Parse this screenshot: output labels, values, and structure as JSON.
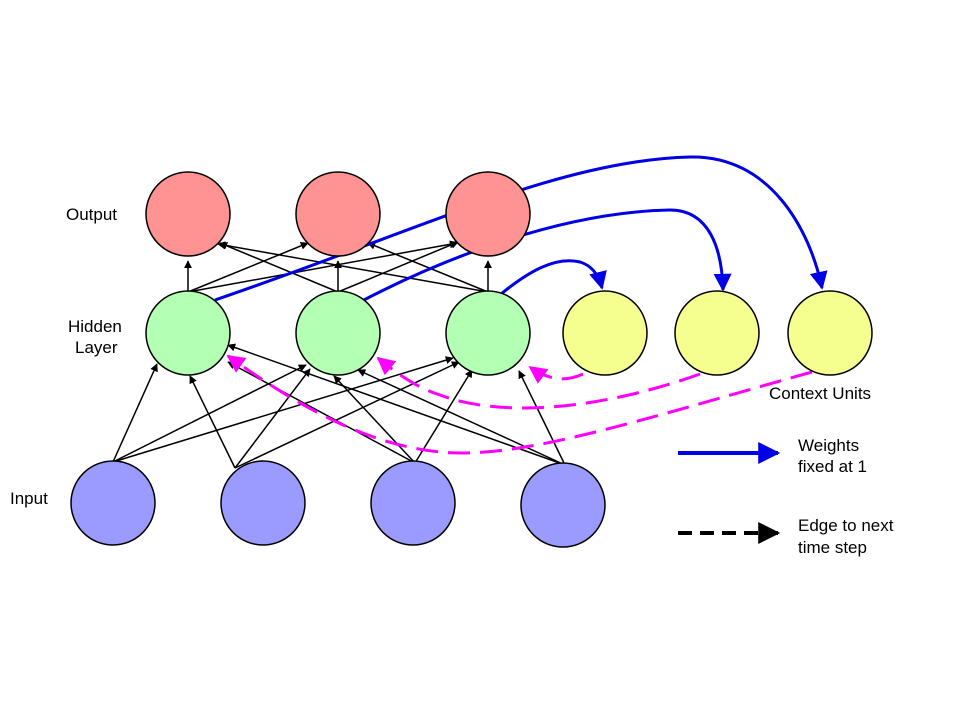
{
  "labels": {
    "output": "Output",
    "hidden_line1": "Hidden",
    "hidden_line2": "Layer",
    "input": "Input",
    "context": "Context Units"
  },
  "legend": {
    "solid_line1": "Weights",
    "solid_line2": "fixed at 1",
    "dashed_line1": "Edge to next",
    "dashed_line2": "time step"
  },
  "layers": {
    "output": {
      "count": 3,
      "color": "#ff9393"
    },
    "hidden": {
      "count": 3,
      "color": "#b3ffb3"
    },
    "context": {
      "count": 3,
      "color": "#f5ff8f"
    },
    "input": {
      "count": 4,
      "color": "#9b9bff"
    }
  },
  "colors": {
    "copy_edge": "#0000e6",
    "recurrent_edge": "#ff00ff",
    "edge": "#000000"
  }
}
